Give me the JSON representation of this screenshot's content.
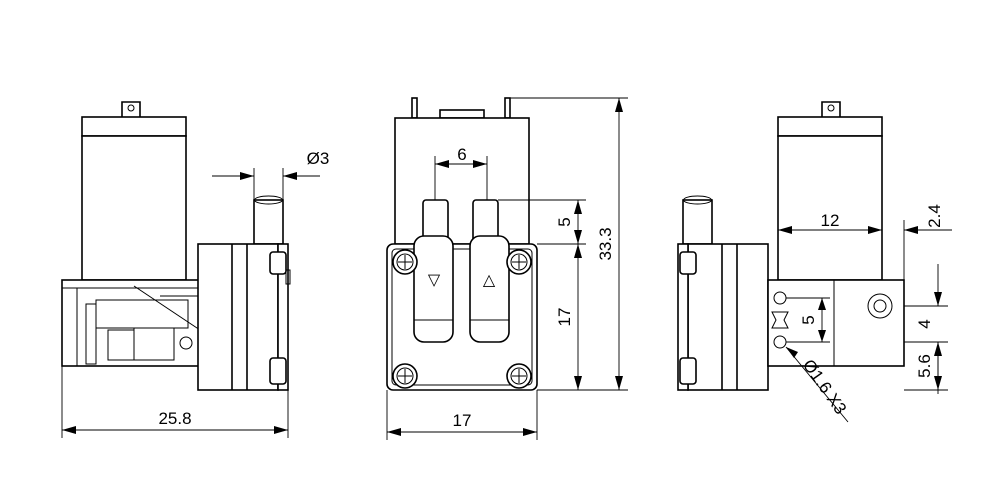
{
  "dimensions": {
    "left_width": "25.8",
    "left_port_diameter": "Ø3",
    "front_width": "17",
    "front_port_spacing": "6",
    "front_port_length": "5",
    "front_total_height": "33.3",
    "front_head_height": "17",
    "right_body_width": "12",
    "right_offset": "2.4",
    "right_hole_spacing": "5",
    "right_lug_height": "4",
    "right_lug_offset": "5.6",
    "right_hole_callout": "Ø1.6 X3"
  },
  "flow_symbols": {
    "inlet": "▽",
    "outlet": "△"
  }
}
